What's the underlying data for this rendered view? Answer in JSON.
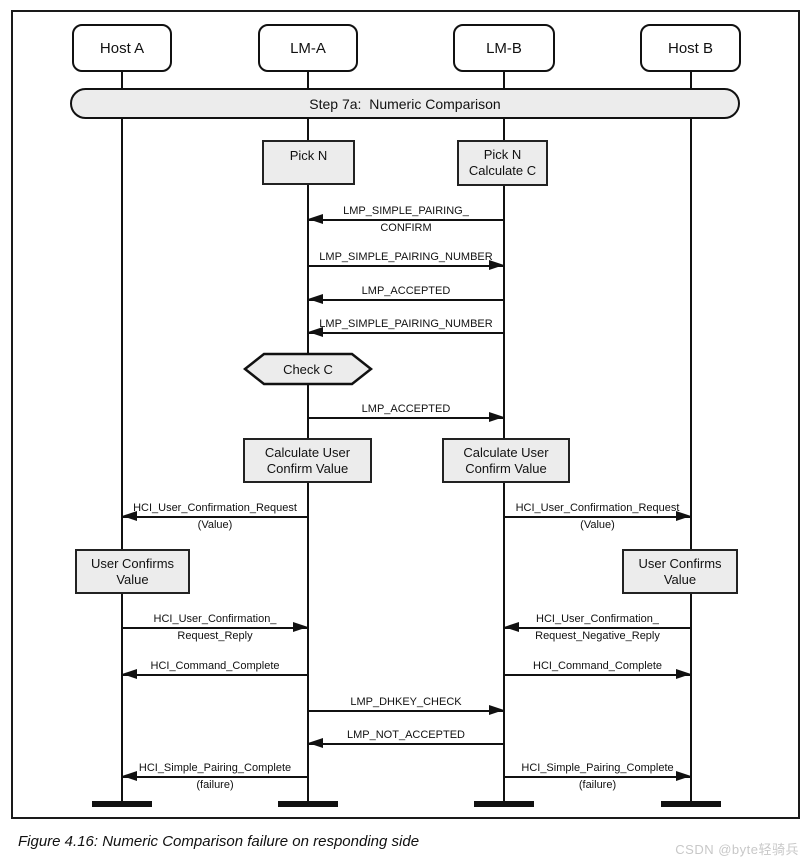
{
  "page": {
    "caption": "Figure 4.16: Numeric Comparison failure on responding side",
    "watermark": "CSDN @byte轻骑兵"
  },
  "actors": {
    "host_a": "Host A",
    "lm_a": "LM-A",
    "lm_b": "LM-B",
    "host_b": "Host B"
  },
  "banner": {
    "label": "Step 7a:  Numeric Comparison"
  },
  "boxes": {
    "pick_n": {
      "line1": "Pick N"
    },
    "pick_n_calc": {
      "line1": "Pick N",
      "line2": "Calculate C"
    },
    "check_c": {
      "label": "Check C"
    },
    "calc_user_a": {
      "line1": "Calculate User",
      "line2": "Confirm Value"
    },
    "calc_user_b": {
      "line1": "Calculate User",
      "line2": "Confirm Value"
    },
    "user_confirms_a": {
      "line1": "User Confirms",
      "line2": "Value"
    },
    "user_confirms_b": {
      "line1": "User Confirms",
      "line2": "Value"
    }
  },
  "messages": [
    {
      "label": "LMP_SIMPLE_PAIRING_",
      "sublabel": "CONFIRM",
      "from": "LM-B",
      "to": "LM-A"
    },
    {
      "label": "LMP_SIMPLE_PAIRING_NUMBER",
      "from": "LM-A",
      "to": "LM-B"
    },
    {
      "label": "LMP_ACCEPTED",
      "from": "LM-B",
      "to": "LM-A"
    },
    {
      "label": "LMP_SIMPLE_PAIRING_NUMBER",
      "from": "LM-B",
      "to": "LM-A"
    },
    {
      "label": "LMP_ACCEPTED",
      "from": "LM-A",
      "to": "LM-B"
    },
    {
      "label": "HCI_User_Confirmation_Request",
      "sublabel": "(Value)",
      "from": "LM-A",
      "to": "Host A"
    },
    {
      "label": "HCI_User_Confirmation_Request",
      "sublabel": "(Value)",
      "from": "LM-B",
      "to": "Host B"
    },
    {
      "label": "HCI_User_Confirmation_",
      "sublabel": "Request_Reply",
      "from": "Host A",
      "to": "LM-A"
    },
    {
      "label": "HCI_User_Confirmation_",
      "sublabel": "Request_Negative_Reply",
      "from": "Host B",
      "to": "LM-B"
    },
    {
      "label": "HCI_Command_Complete",
      "from": "LM-A",
      "to": "Host A"
    },
    {
      "label": "HCI_Command_Complete",
      "from": "LM-B",
      "to": "Host B"
    },
    {
      "label": "LMP_DHKEY_CHECK",
      "from": "LM-A",
      "to": "LM-B"
    },
    {
      "label": "LMP_NOT_ACCEPTED",
      "from": "LM-B",
      "to": "LM-A"
    },
    {
      "label": "HCI_Simple_Pairing_Complete",
      "sublabel": "(failure)",
      "from": "LM-A",
      "to": "Host A"
    },
    {
      "label": "HCI_Simple_Pairing_Complete",
      "sublabel": "(failure)",
      "from": "LM-B",
      "to": "Host B"
    }
  ],
  "colors": {
    "box_fill": "#ececec",
    "line": "#111111",
    "watermark": "#c8c8c8"
  }
}
